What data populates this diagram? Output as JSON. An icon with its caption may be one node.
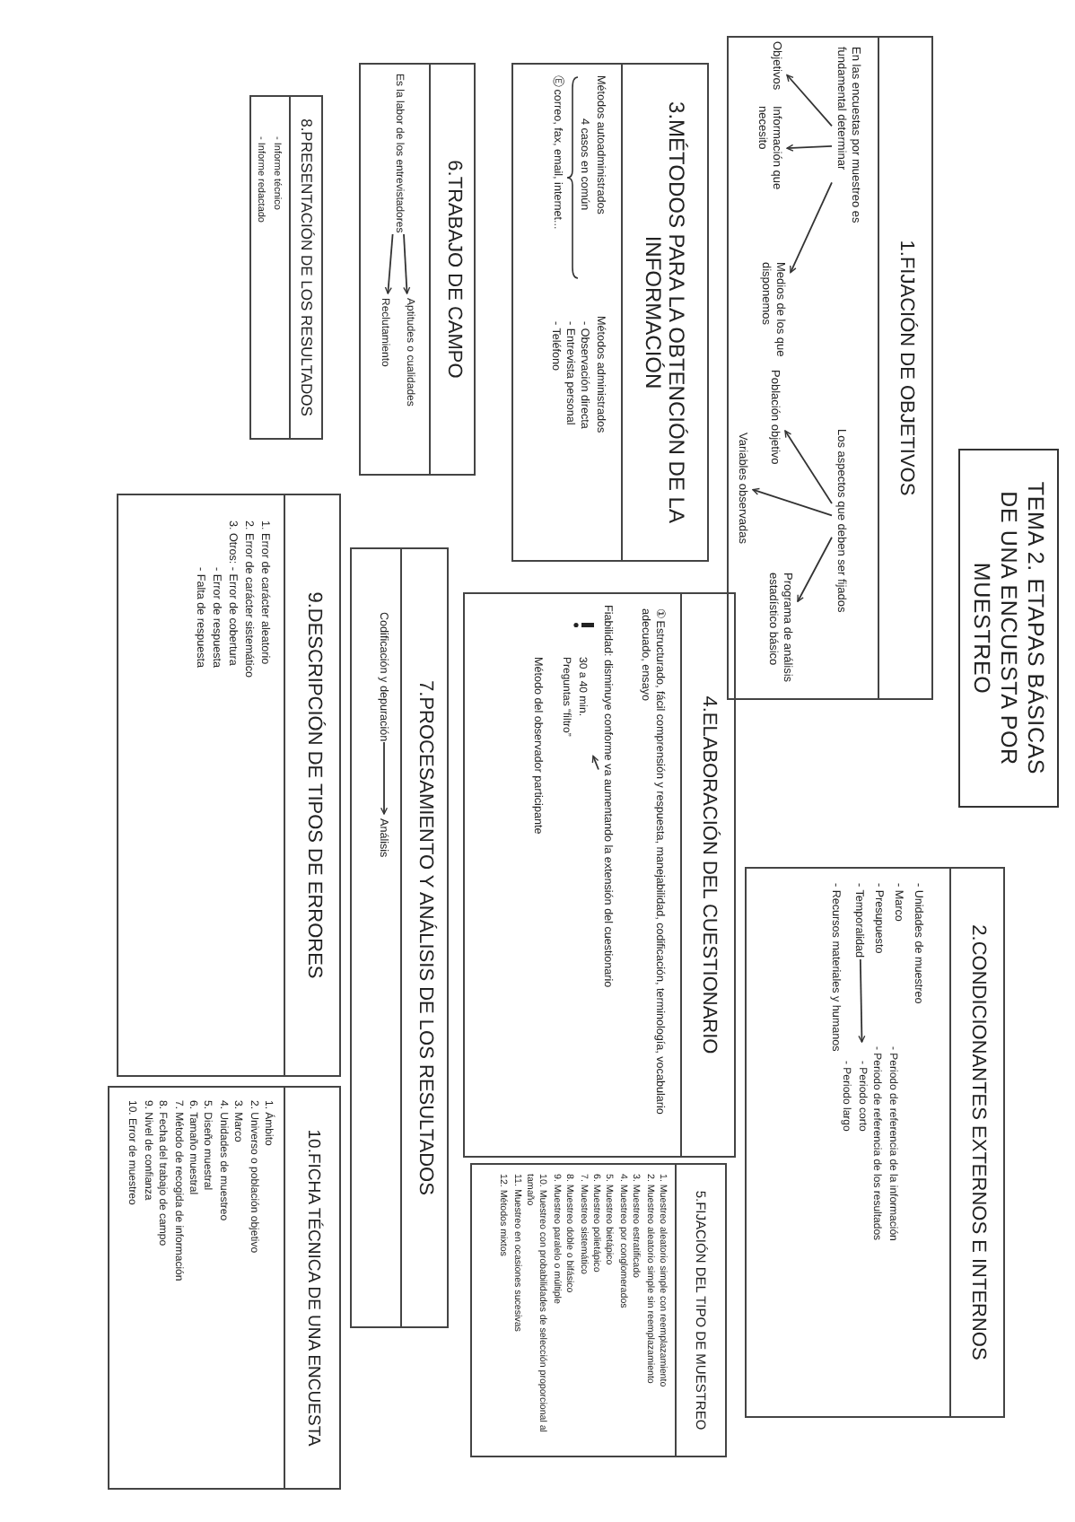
{
  "diagram": {
    "title": "TEMA 2. ETAPAS BÁSICAS DE UNA ENCUESTA POR MUESTREO",
    "nodes": [
      {
        "text": [
          "1.FIJACIÓN DE OBJETIVOS"
        ]
      },
      {
        "text": [
          "En las encuestas por muestreo es fundamental determinar"
        ],
        "in": 0
      },
      {
        "text": [
          "Objetivos"
        ],
        "in": 0
      },
      {
        "text": [
          "Información que necesito"
        ],
        "in": 0
      },
      {
        "text": [
          "Medios de los que disponemos"
        ],
        "in": 0
      },
      {
        "text": [
          "Los aspectos que deben ser fijados"
        ],
        "in": 0
      },
      {
        "text": [
          "Población objetivo"
        ],
        "in": 0
      },
      {
        "text": [
          "Variables observadas"
        ],
        "in": 0
      },
      {
        "text": [
          "Programa de análisis estadístico básico"
        ],
        "in": 0
      },
      {
        "text": [
          "2.CONDICIONANTES EXTERNOS E INTERNOS",
          "- Unidades de muestreo",
          "- Marco",
          "- Presupuesto",
          "- Recursos materiales y humanos"
        ]
      },
      {
        "text": [
          "- Temporalidad"
        ],
        "in": 9
      },
      {
        "text": [
          "- Periodo de referencia de la información",
          "- Periodo de referencia de los resultados",
          "- Periodo corto",
          "- Periodo largo"
        ],
        "in": 9
      },
      {
        "text": [
          "3.MÉTODOS PARA LA OBTENCIÓN DE LA INFORMACIÓN",
          "Métodos autoadministrados",
          "4 casos en común",
          "Ⓔ correo, fax, email, internet...",
          "Métodos administrados",
          "- Observación directa",
          "- Entrevista personal",
          "- Teléfono"
        ]
      },
      {
        "text": [
          "4.ELABORACIÓN DEL CUESTIONARIO",
          "① Estructurado, fácil comprensión y respuesta, manejabilidad, codificación, terminología, vocabulario adecuado, ensayo",
          "Método del observador participante"
        ]
      },
      {
        "text": [
          "Fiabilidad: disminuye conforme va aumentando la extensión del cuestionario"
        ],
        "in": 13
      },
      {
        "text": [
          "30 a 40 min.",
          "Preguntas “filtro”"
        ],
        "in": 13
      },
      {
        "text": [
          "5.FIJACIÓN DEL TIPO DE MUESTREO",
          "1. Muestreo aleatorio simple con reemplazamiento",
          "2. Muestreo aleatorio simple sin reemplazamiento",
          "3. Muestreo estratificado",
          "4. Muestreo por conglomerados",
          "5. Muestreo bietápico",
          "6. Muestreo polietápico",
          "7. Muestreo sistemático",
          "8. Muestreo doble o bifásico",
          "9. Muestreo paralelo o múltiple",
          "10. Muestreo con probabilidades de selección proporcional al tamaño",
          "11. Muestreo en ocasiones sucesivas",
          "12. Métodos mixtos"
        ]
      },
      {
        "text": [
          "6.TRABAJO DE CAMPO"
        ]
      },
      {
        "text": [
          "Es la labor de los entrevistadores"
        ],
        "in": 17
      },
      {
        "text": [
          "Aptitudes o cualidades"
        ],
        "in": 17
      },
      {
        "text": [
          "Reclutamiento"
        ],
        "in": 17
      },
      {
        "text": [
          "7.PROCESAMIENTO Y ANÁLISIS DE LOS RESULTADOS"
        ]
      },
      {
        "text": [
          "Codificación y depuración"
        ],
        "in": 21
      },
      {
        "text": [
          "Análisis"
        ],
        "in": 21
      },
      {
        "text": [
          "8.PRESENTACIÓN DE LOS RESULTADOS",
          "- Informe técnico",
          "- Informe redactado"
        ]
      },
      {
        "text": [
          "9.DESCRIPCIÓN DE TIPOS DE ERRORES",
          "1. Error de carácter aleatorio",
          "2. Error de carácter sistemático",
          "3. Otros: - Error de cobertura",
          "- Error de respuesta",
          "- Falta de respuesta"
        ]
      },
      {
        "text": [
          "10.FICHA TÉCNICA DE UNA ENCUESTA",
          "1. Ámbito",
          "2. Universo o población objetivo",
          "3. Marco",
          "4. Unidades de muestreo",
          "5. Diseño muestral",
          "6. Tamaño muestral",
          "7. Método de recogida de información",
          "8. Fecha del trabajo de campo",
          "9. Nivel de confianza",
          "10. Error de muestreo"
        ]
      }
    ],
    "edges": [
      {
        "from": 1,
        "to": 2,
        "arrow": "to"
      },
      {
        "from": 1,
        "to": 3,
        "arrow": "to"
      },
      {
        "from": 1,
        "to": 4,
        "arrow": "to"
      },
      {
        "from": 5,
        "to": 6,
        "arrow": "to"
      },
      {
        "from": 5,
        "to": 7,
        "arrow": "to"
      },
      {
        "from": 5,
        "to": 8,
        "arrow": "to"
      },
      {
        "from": 10,
        "to": 11,
        "arrow": "to"
      },
      {
        "from": 14,
        "to": 15,
        "arrow": "to"
      },
      {
        "from": 18,
        "to": 19,
        "arrow": "to"
      },
      {
        "from": 18,
        "to": 20,
        "arrow": "to"
      },
      {
        "from": 22,
        "to": 23,
        "arrow": "to"
      }
    ]
  }
}
